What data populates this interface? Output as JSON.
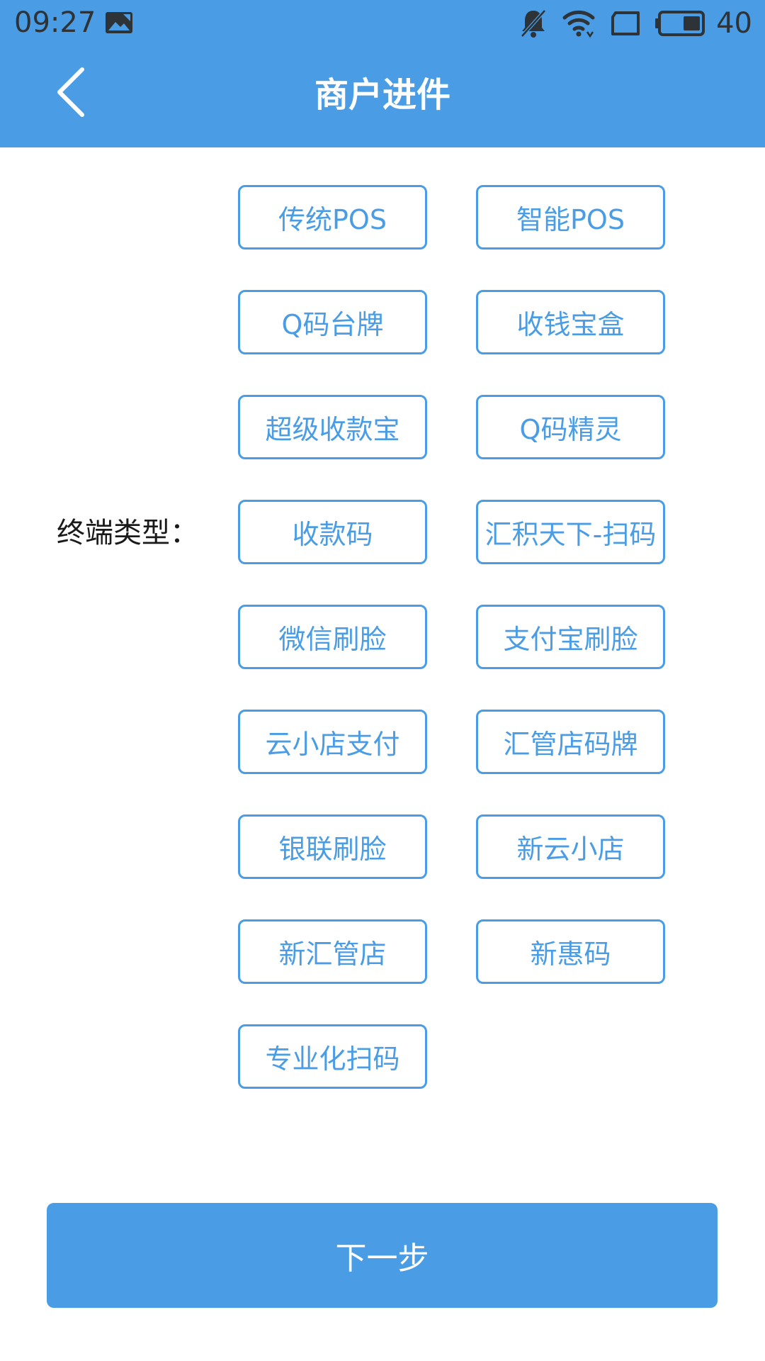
{
  "status_bar": {
    "time": "09:27",
    "battery_percent": "40",
    "icons": [
      "picture-icon",
      "bell-muted-icon",
      "wifi-icon",
      "screen-icon",
      "battery-icon"
    ]
  },
  "header": {
    "title": "商户进件",
    "back_icon": "chevron-left-icon"
  },
  "form": {
    "terminal_label": "终端类型：",
    "options": [
      "传统POS",
      "智能POS",
      "Q码台牌",
      "收钱宝盒",
      "超级收款宝",
      "Q码精灵",
      "收款码",
      "汇积天下-扫码",
      "微信刷脸",
      "支付宝刷脸",
      "云小店支付",
      "汇管店码牌",
      "银联刷脸",
      "新云小店",
      "新汇管店",
      "新惠码",
      "专业化扫码"
    ]
  },
  "footer": {
    "next_label": "下一步"
  },
  "colors": {
    "accent": "#4a9de4",
    "background": "#ffffff",
    "label_text": "#1a1a1a"
  }
}
